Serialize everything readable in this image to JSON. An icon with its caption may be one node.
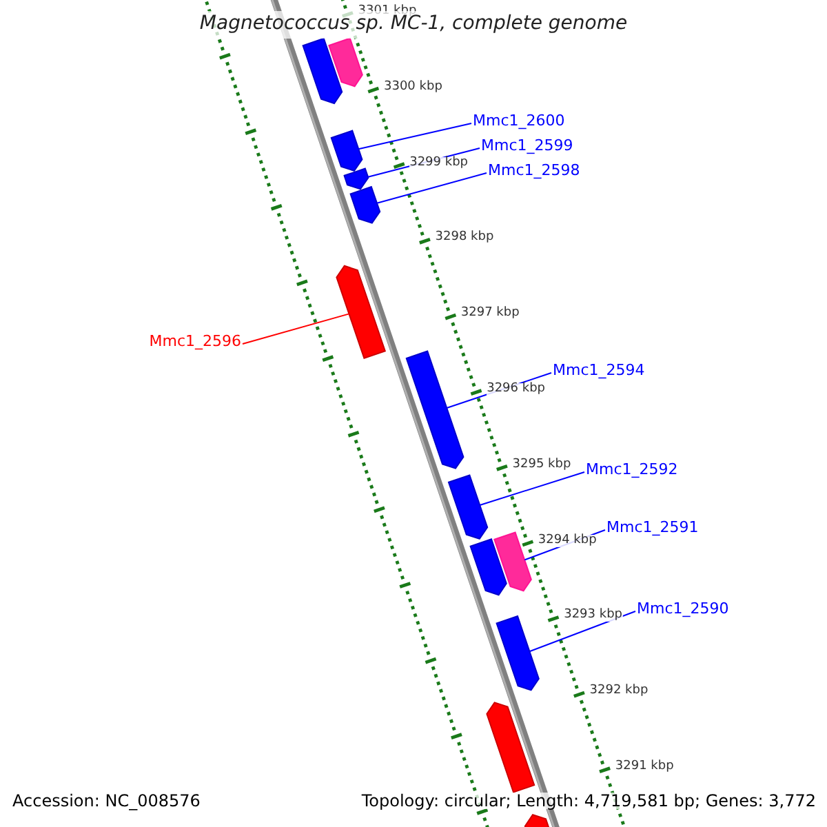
{
  "diagram": {
    "title": "Magnetococcus sp. MC-1, complete genome",
    "nodes": [
      {
        "text": [
          "Mmc1_2600"
        ]
      },
      {
        "text": [],
        "shape": "bar"
      },
      {
        "text": [
          "Mmc1_2599"
        ]
      },
      {
        "text": [],
        "shape": "bar"
      },
      {
        "text": [
          "Mmc1_2598"
        ]
      },
      {
        "text": [],
        "shape": "bar"
      },
      {
        "text": [
          "Mmc1_2596"
        ]
      },
      {
        "text": [],
        "shape": "bar"
      },
      {
        "text": [
          "Mmc1_2594"
        ]
      },
      {
        "text": [],
        "shape": "bar"
      },
      {
        "text": [
          "Mmc1_2592"
        ]
      },
      {
        "text": [],
        "shape": "bar"
      },
      {
        "text": [
          "Mmc1_2591"
        ]
      },
      {
        "text": [],
        "shape": "bar"
      },
      {
        "text": [
          "Mmc1_2590"
        ]
      },
      {
        "text": [],
        "shape": "bar"
      },
      {
        "text": [],
        "shape": "bar"
      },
      {
        "text": [],
        "shape": "bar"
      },
      {
        "text": [],
        "shape": "bar"
      },
      {
        "text": [],
        "shape": "bar"
      },
      {
        "text": [],
        "shape": "bar"
      }
    ],
    "edges": [
      {
        "from": 0,
        "to": 1,
        "arrow": "none"
      },
      {
        "from": 2,
        "to": 3,
        "arrow": "none"
      },
      {
        "from": 4,
        "to": 5,
        "arrow": "none"
      },
      {
        "from": 6,
        "to": 7,
        "arrow": "none",
        "color": "#ff0000"
      },
      {
        "from": 8,
        "to": 9,
        "arrow": "none"
      },
      {
        "from": 10,
        "to": 11,
        "arrow": "none"
      },
      {
        "from": 12,
        "to": 13,
        "arrow": "none"
      },
      {
        "from": 14,
        "to": 15,
        "arrow": "none"
      }
    ],
    "labels": [
      "3301 kbp",
      "3300 kbp",
      "3299 kbp",
      "3298 kbp",
      "3297 kbp",
      "3296 kbp",
      "3295 kbp",
      "3294 kbp",
      "3293 kbp",
      "3292 kbp",
      "3291 kbp",
      "Accession: NC_008576",
      "Topology: circular; Length: 4,719,581 bp; Genes: 3,772"
    ]
  }
}
